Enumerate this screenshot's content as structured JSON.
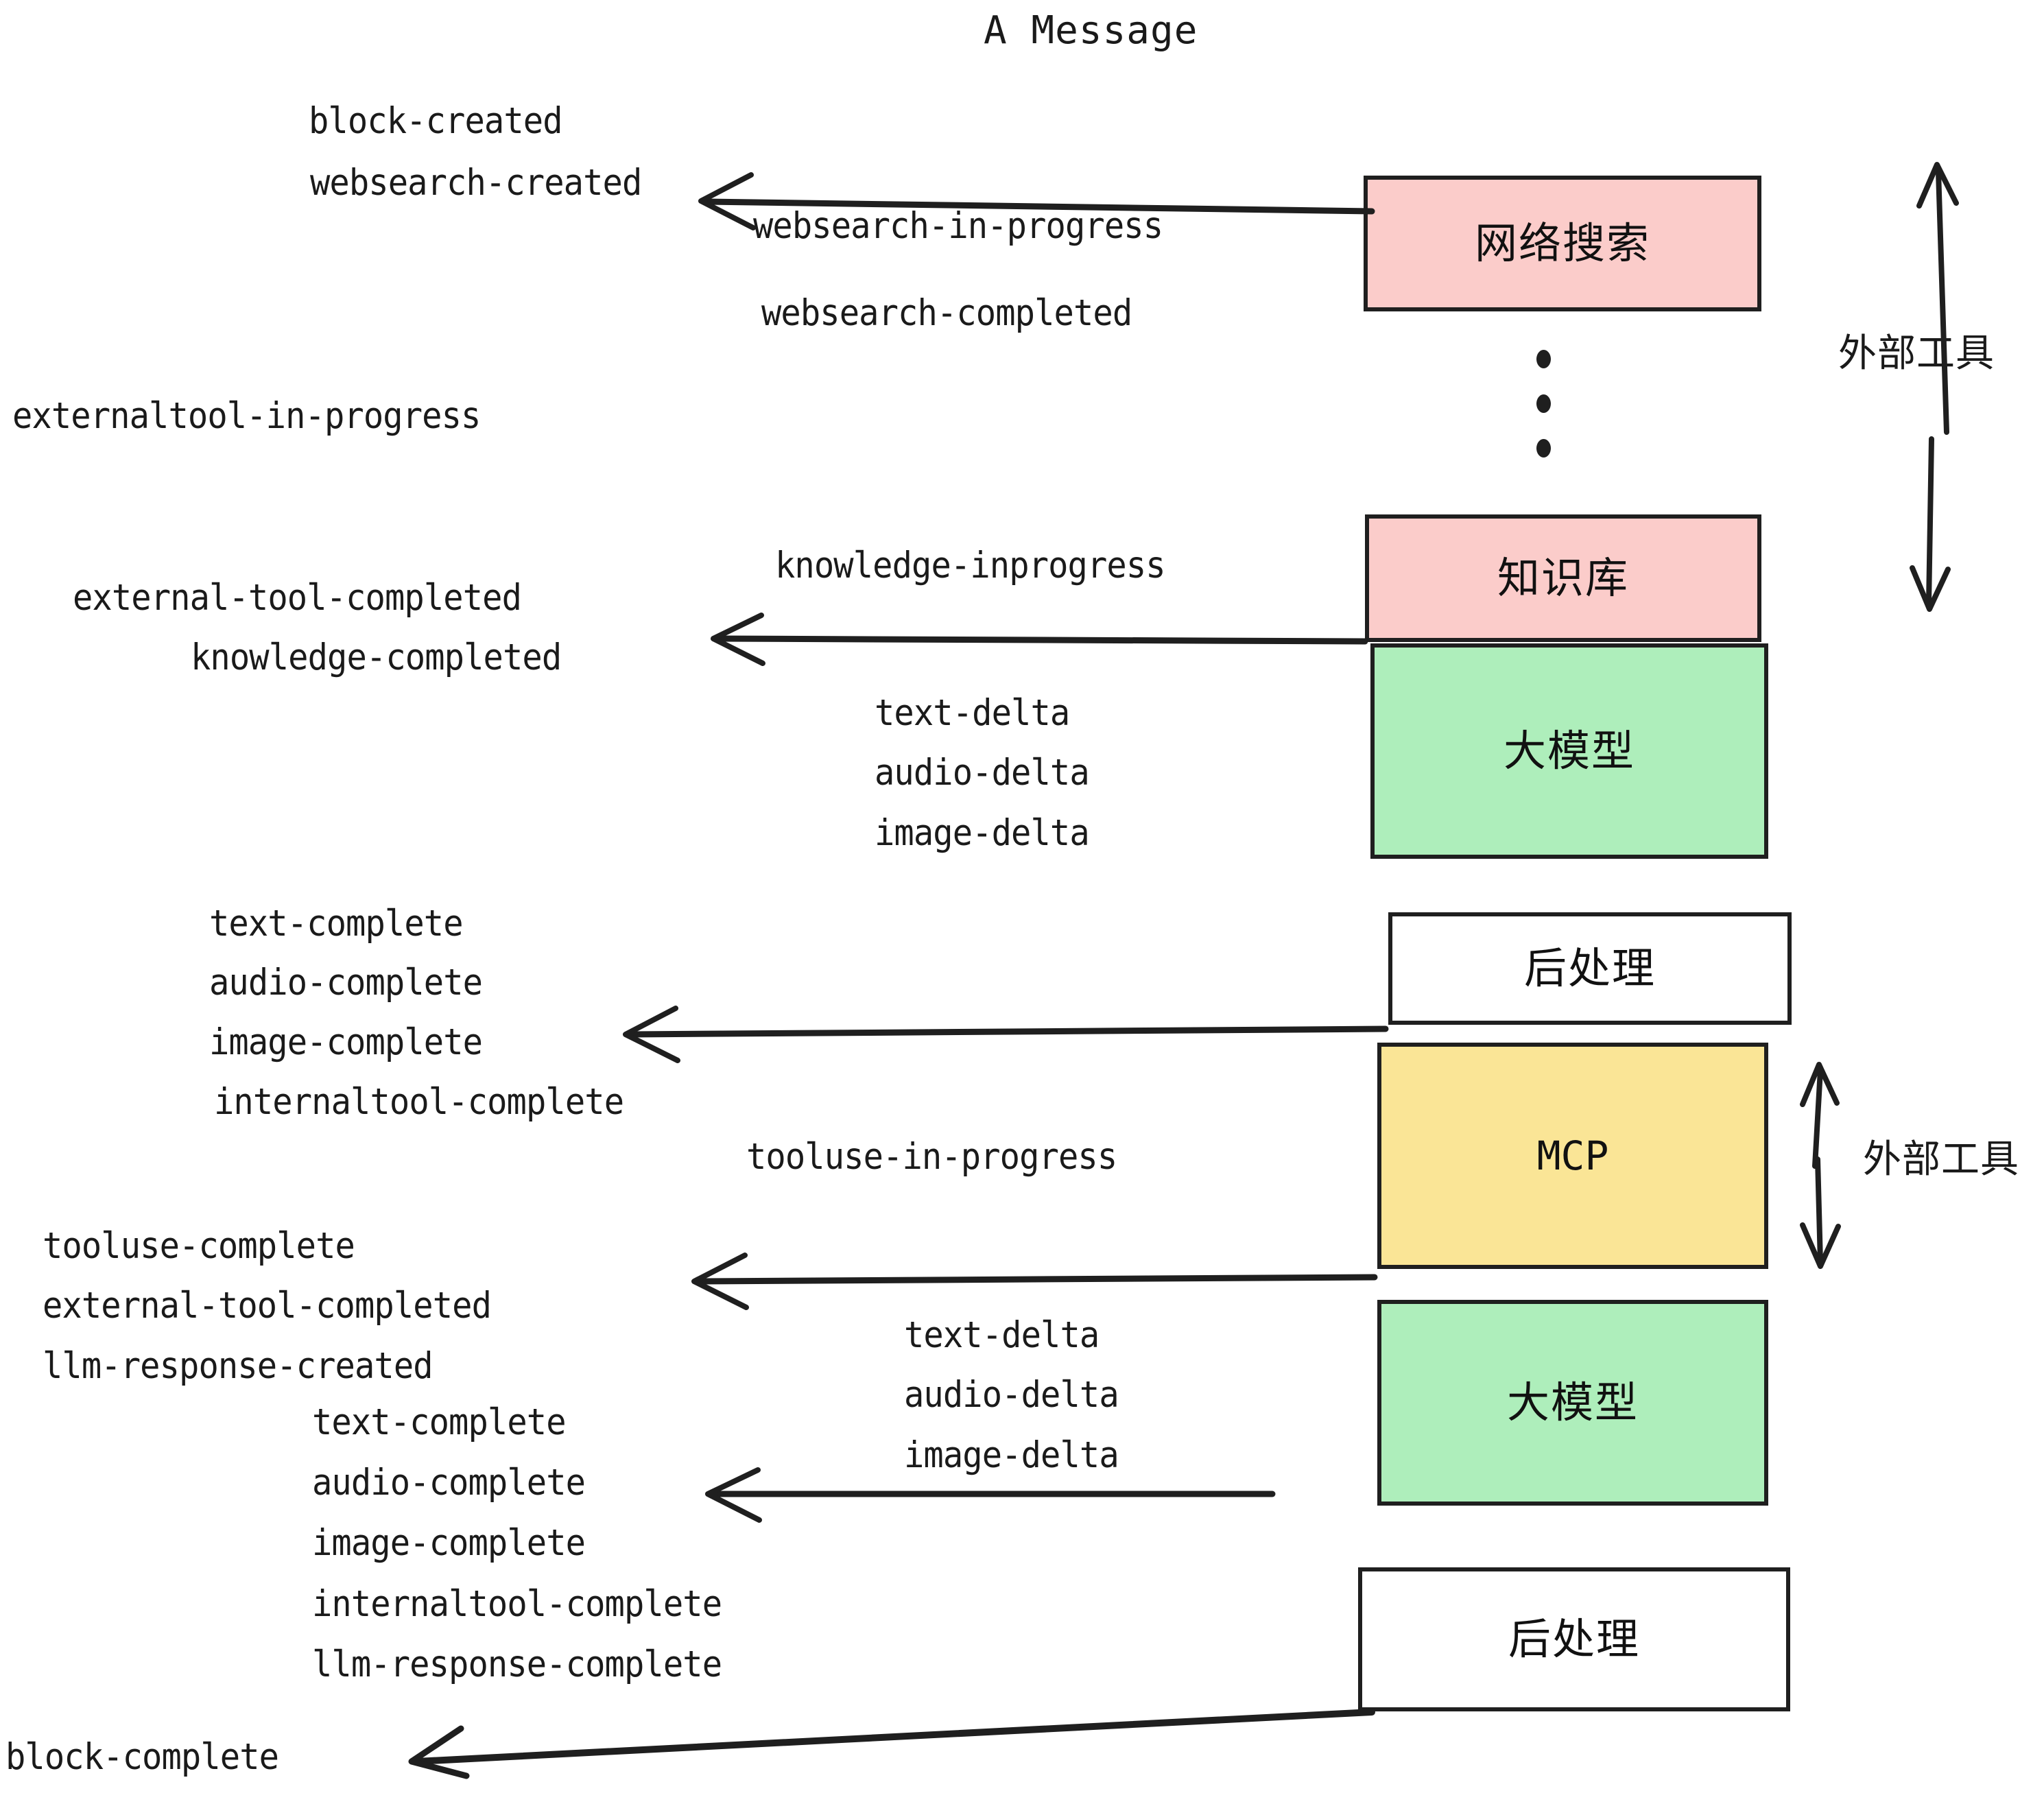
{
  "diagram": {
    "title": "A Message",
    "colors": {
      "pink": "#fbccca",
      "green": "#aeeebb",
      "yellow": "#fae596",
      "white": "#ffffff",
      "stroke": "#1f1f1f",
      "text": "#1a1a1a"
    },
    "boxes": [
      {
        "id": "websearch",
        "label": "网络搜索",
        "fill": "pink"
      },
      {
        "id": "knowledge-base",
        "label": "知识库",
        "fill": "pink"
      },
      {
        "id": "llm-top",
        "label": "大模型",
        "fill": "green"
      },
      {
        "id": "postprocess-top",
        "label": "后处理",
        "fill": "white"
      },
      {
        "id": "mcp",
        "label": "MCP",
        "fill": "yellow"
      },
      {
        "id": "llm-bottom",
        "label": "大模型",
        "fill": "green"
      },
      {
        "id": "postprocess-bottom",
        "label": "后处理",
        "fill": "white"
      }
    ],
    "side_annotations": [
      {
        "id": "external-tools-top",
        "label": "外部工具"
      },
      {
        "id": "external-tools-bottom",
        "label": "外部工具"
      }
    ],
    "events": [
      {
        "id": "block-created",
        "text": "block-created"
      },
      {
        "id": "websearch-created",
        "text": "websearch-created"
      },
      {
        "id": "websearch-in-progress",
        "text": "websearch-in-progress"
      },
      {
        "id": "websearch-completed",
        "text": "websearch-completed"
      },
      {
        "id": "externaltool-in-progress",
        "text": "externaltool-in-progress"
      },
      {
        "id": "knowledge-inprogress",
        "text": "knowledge-inprogress"
      },
      {
        "id": "external-tool-completed-1",
        "text": "external-tool-completed"
      },
      {
        "id": "knowledge-completed",
        "text": "knowledge-completed"
      },
      {
        "id": "text-delta-1",
        "text": "text-delta"
      },
      {
        "id": "audio-delta-1",
        "text": "audio-delta"
      },
      {
        "id": "image-delta-1",
        "text": "image-delta"
      },
      {
        "id": "text-complete-1",
        "text": "text-complete"
      },
      {
        "id": "audio-complete-1",
        "text": "audio-complete"
      },
      {
        "id": "image-complete-1",
        "text": "image-complete"
      },
      {
        "id": "internaltool-complete-1",
        "text": "internaltool-complete"
      },
      {
        "id": "tooluse-in-progress",
        "text": "tooluse-in-progress"
      },
      {
        "id": "tooluse-complete",
        "text": "tooluse-complete"
      },
      {
        "id": "external-tool-completed-2",
        "text": "external-tool-completed"
      },
      {
        "id": "llm-response-created",
        "text": "llm-response-created"
      },
      {
        "id": "text-delta-2",
        "text": "text-delta"
      },
      {
        "id": "audio-delta-2",
        "text": "audio-delta"
      },
      {
        "id": "image-delta-2",
        "text": "image-delta"
      },
      {
        "id": "text-complete-2",
        "text": "text-complete"
      },
      {
        "id": "audio-complete-2",
        "text": "audio-complete"
      },
      {
        "id": "image-complete-2",
        "text": "image-complete"
      },
      {
        "id": "internaltool-complete-2",
        "text": "internaltool-complete"
      },
      {
        "id": "llm-response-complete",
        "text": "llm-response-complete"
      },
      {
        "id": "block-complete",
        "text": "block-complete"
      }
    ],
    "ellipsis": {
      "id": "vertical-ellipsis",
      "dot_count": 3
    }
  }
}
